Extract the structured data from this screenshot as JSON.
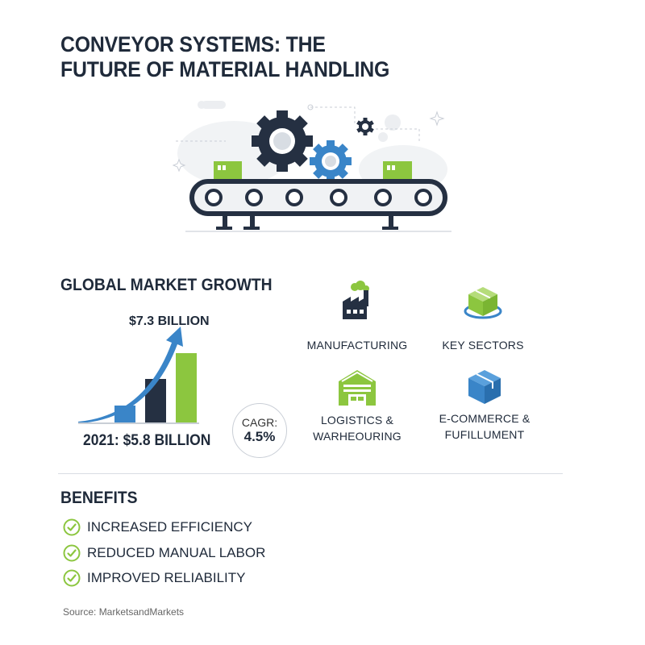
{
  "title": {
    "line1": "CONVEYOR SYSTEMS: THE",
    "line2": "FUTURE OF MATERIAL HANDLING"
  },
  "market": {
    "heading": "GLOBAL MARKET GROWTH",
    "top_label": "$7.3 BILLION",
    "base_label": "2021: $5.8 BILLION",
    "cagr_label": "CAGR:",
    "cagr_value": "4.5%"
  },
  "sectors": [
    {
      "label": "MANUFACTURING",
      "icon": "factory-icon"
    },
    {
      "label": "KEY SECTORS",
      "icon": "box-icon"
    },
    {
      "label": "LOGISTICS &\nWARHEOURING",
      "icon": "warehouse-icon"
    },
    {
      "label": "E-COMMERCE &\nFUFILLUMENT",
      "icon": "package-icon"
    }
  ],
  "benefits": {
    "heading": "BENEFITS",
    "items": [
      "INCREASED EFFICIENCY",
      "REDUCED MANUAL LABOR",
      "IMPROVED RELIABILITY"
    ]
  },
  "source": "Source: MarketsandMarkets",
  "colors": {
    "navy": "#1f2a3a",
    "blue": "#3a85c8",
    "green": "#8cc63f"
  }
}
